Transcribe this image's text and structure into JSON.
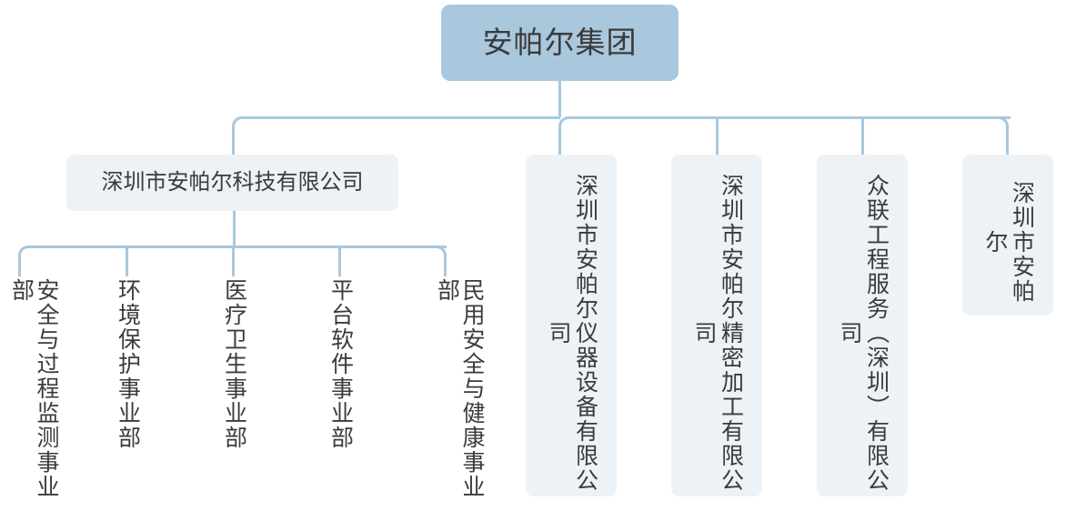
{
  "chart": {
    "title": "安帕尔集团组织架构",
    "colors": {
      "root_box": "#a9c8dd",
      "sub_box": "#edf2f6",
      "connector": "#a8c8dd",
      "text": "#3b3b3b",
      "background": "#ffffff"
    },
    "root": {
      "label": "安帕尔集团"
    },
    "level2": [
      {
        "label": "深圳市安帕尔科技有限公司",
        "orientation": "horizontal"
      },
      {
        "label": "深圳市安帕尔仪器设备有限公司",
        "orientation": "vertical"
      },
      {
        "label": "深圳市安帕尔精密加工有限公司",
        "orientation": "vertical"
      },
      {
        "label": "众联工程服务（深圳）有限公司",
        "orientation": "vertical"
      },
      {
        "label": "深圳市安帕尔",
        "orientation": "vertical"
      }
    ],
    "level3": [
      {
        "label": "安全与过程监测事业部"
      },
      {
        "label": "环境保护事业部"
      },
      {
        "label": "医疗卫生事业部"
      },
      {
        "label": "平台软件事业部"
      },
      {
        "label": "民用安全与健康事业部"
      }
    ]
  }
}
